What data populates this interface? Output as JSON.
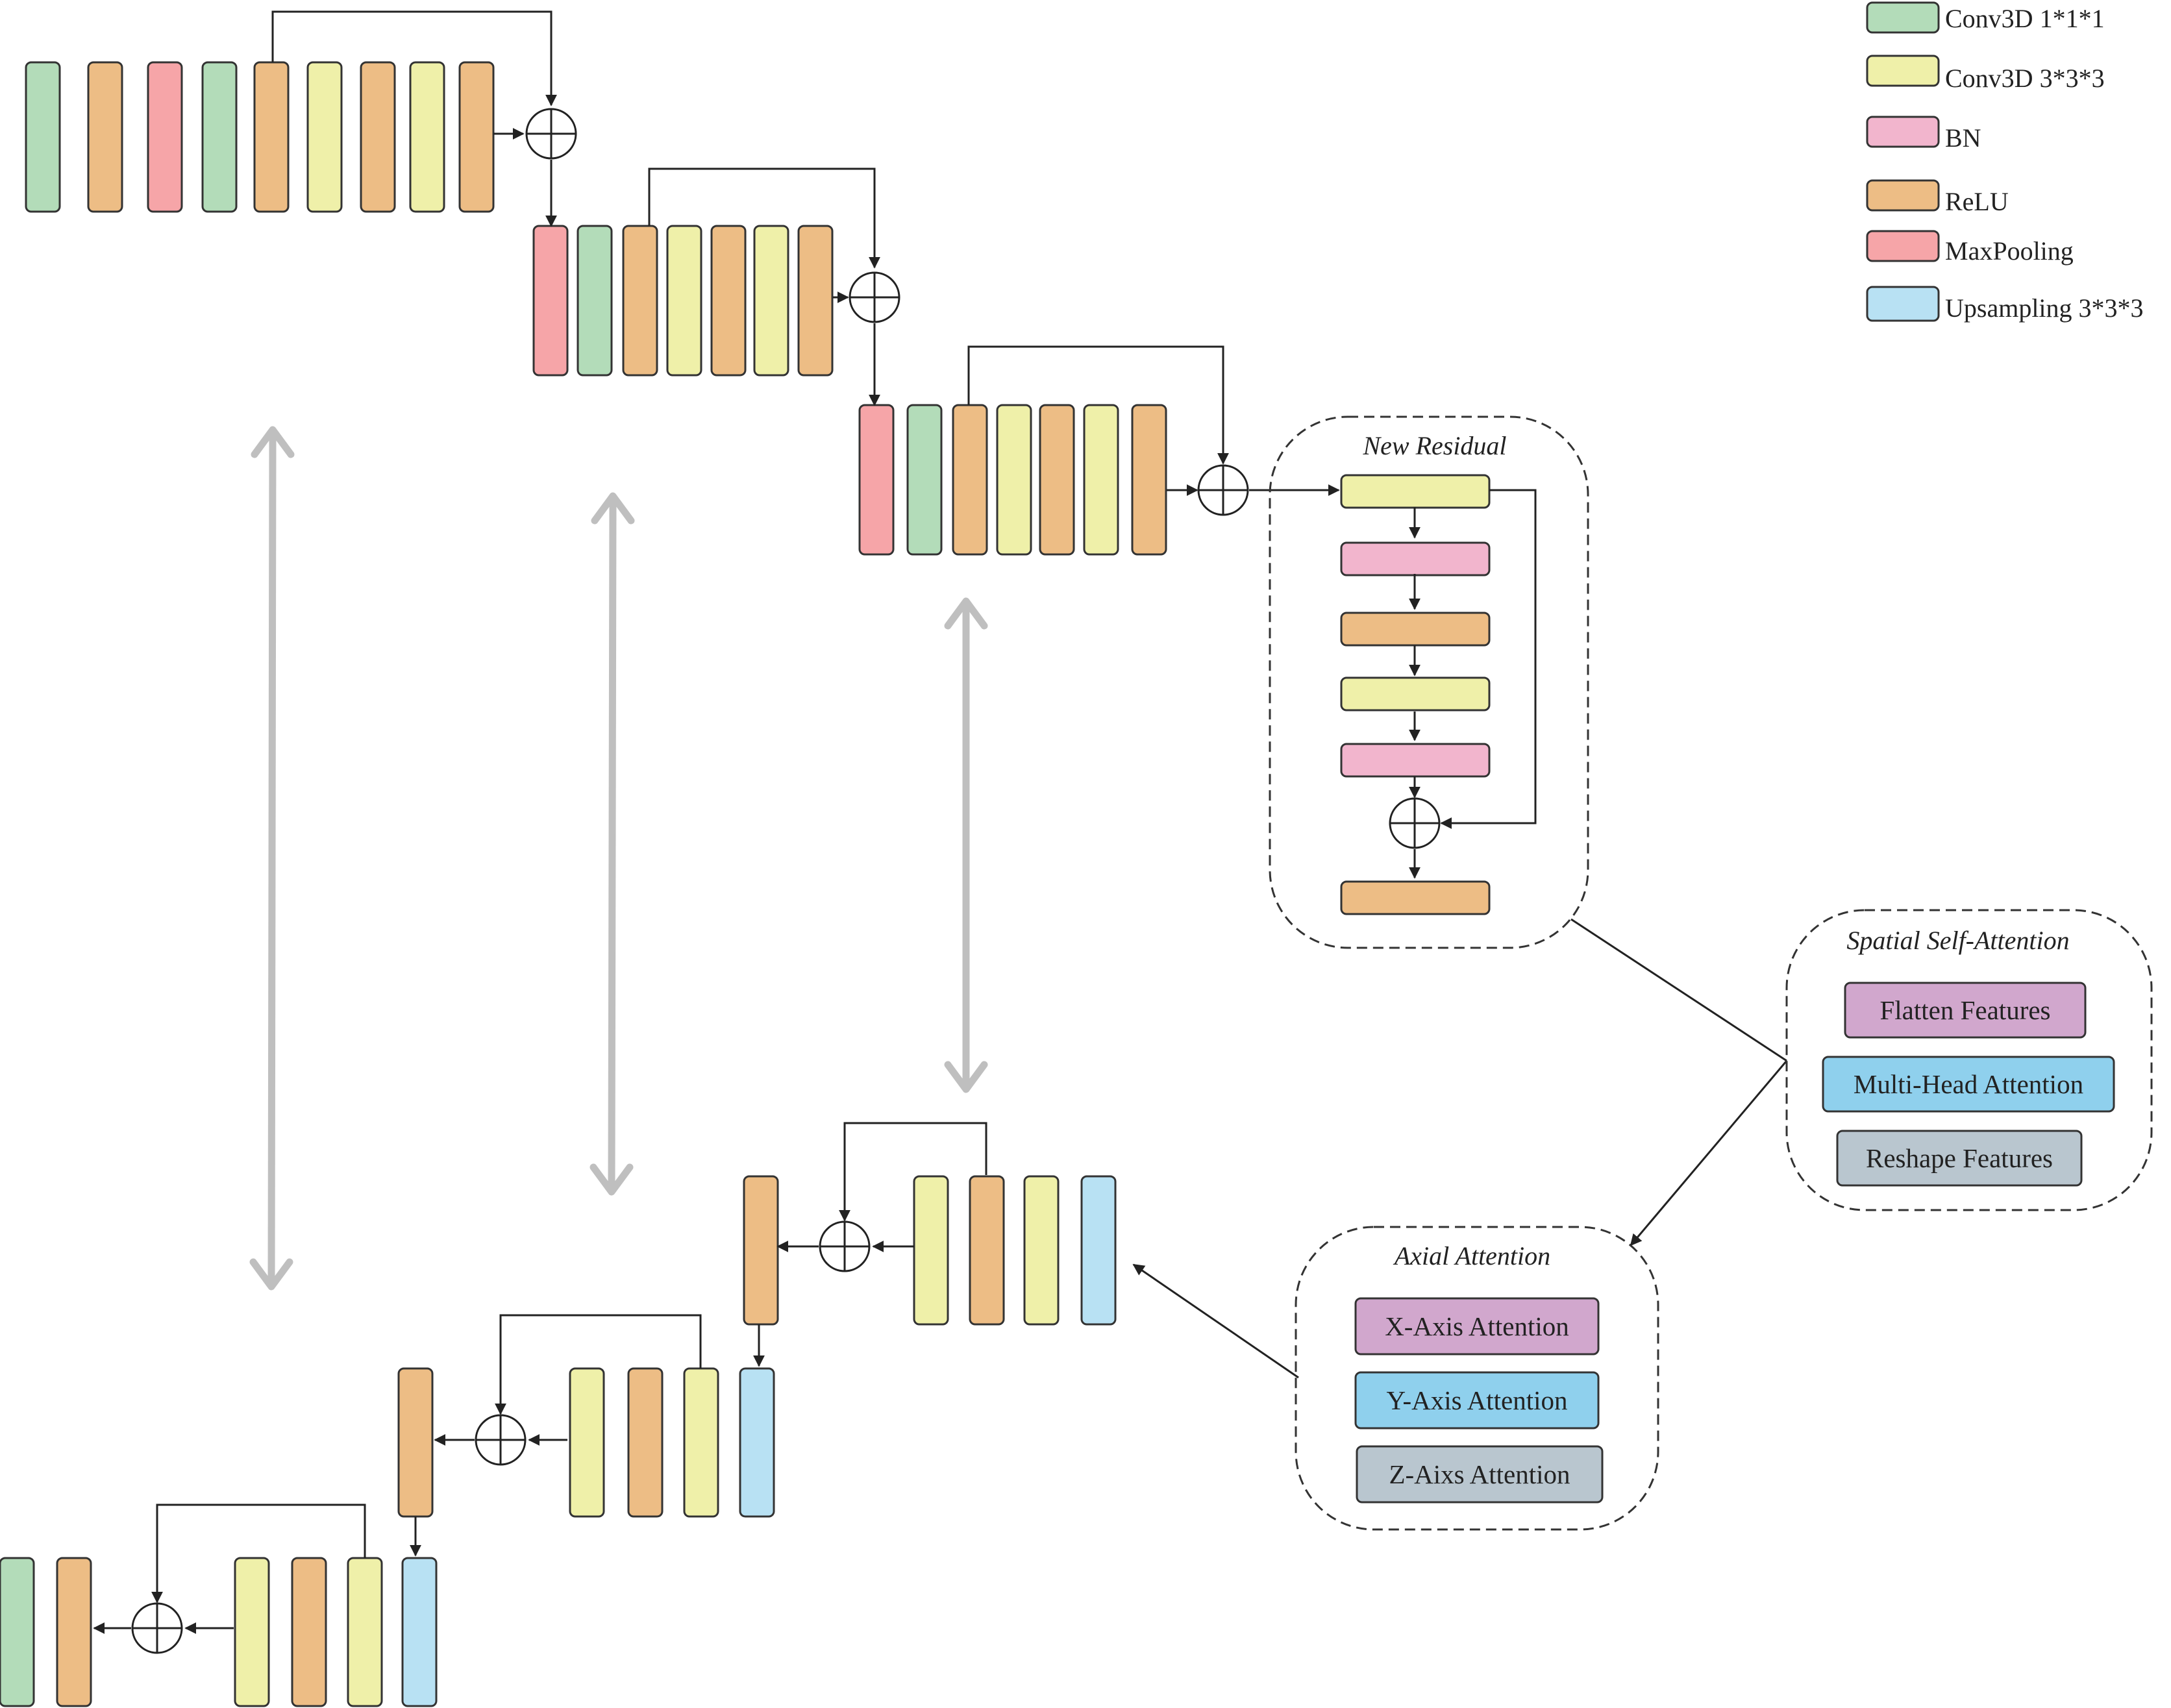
{
  "colors": {
    "conv1": "#b3dcb9",
    "conv3": "#eff0a9",
    "bn": "#f2b5cd",
    "relu": "#edbd85",
    "maxpool": "#f6a5a8",
    "upsample": "#b8e1f3",
    "flatten": "#d1a7cd",
    "multihead": "#8fd0ed",
    "reshape": "#b9c6cf",
    "xaxis": "#d1a7cd",
    "yaxis": "#8fd0ed",
    "zaxis": "#b9c6cf",
    "skip_arrow": "#bfbfbf",
    "stroke": "#333333"
  },
  "legend": [
    {
      "key": "conv1",
      "label": "Conv3D 1*1*1"
    },
    {
      "key": "conv3",
      "label": "Conv3D 3*3*3"
    },
    {
      "key": "bn",
      "label": "BN"
    },
    {
      "key": "relu",
      "label": "ReLU"
    },
    {
      "key": "maxpool",
      "label": "MaxPooling"
    },
    {
      "key": "upsample",
      "label": "Upsampling 3*3*3"
    }
  ],
  "new_residual": {
    "title": "New Residual",
    "blocks": [
      "conv3",
      "bn",
      "relu",
      "conv3",
      "bn",
      "relu"
    ]
  },
  "spatial_attention": {
    "title": "Spatial Self-Attention",
    "items": [
      {
        "label": "Flatten Features",
        "color": "flatten"
      },
      {
        "label": "Multi-Head Attention",
        "color": "multihead"
      },
      {
        "label": "Reshape Features",
        "color": "reshape"
      }
    ]
  },
  "axial_attention": {
    "title": "Axial Attention",
    "items": [
      {
        "label": "X-Axis Attention",
        "color": "xaxis"
      },
      {
        "label": "Y-Axis Attention",
        "color": "yaxis"
      },
      {
        "label": "Z-Aixs Attention",
        "color": "zaxis"
      }
    ]
  },
  "encoder": [
    {
      "blocks": [
        "conv1",
        "relu",
        "maxpool",
        "conv1",
        "relu",
        "conv3",
        "relu",
        "conv3",
        "relu"
      ]
    },
    {
      "blocks": [
        "maxpool",
        "conv1",
        "relu",
        "conv3",
        "relu",
        "conv3",
        "relu"
      ]
    },
    {
      "blocks": [
        "maxpool",
        "conv1",
        "relu",
        "conv3",
        "relu",
        "conv3",
        "relu"
      ]
    }
  ],
  "decoder": [
    {
      "blocks": [
        "relu",
        "conv3",
        "relu",
        "conv3",
        "upsample"
      ]
    },
    {
      "blocks": [
        "relu",
        "conv3",
        "relu",
        "conv3",
        "upsample"
      ]
    },
    {
      "blocks": [
        "conv1",
        "relu",
        "conv3",
        "relu",
        "conv3",
        "upsample"
      ]
    }
  ]
}
